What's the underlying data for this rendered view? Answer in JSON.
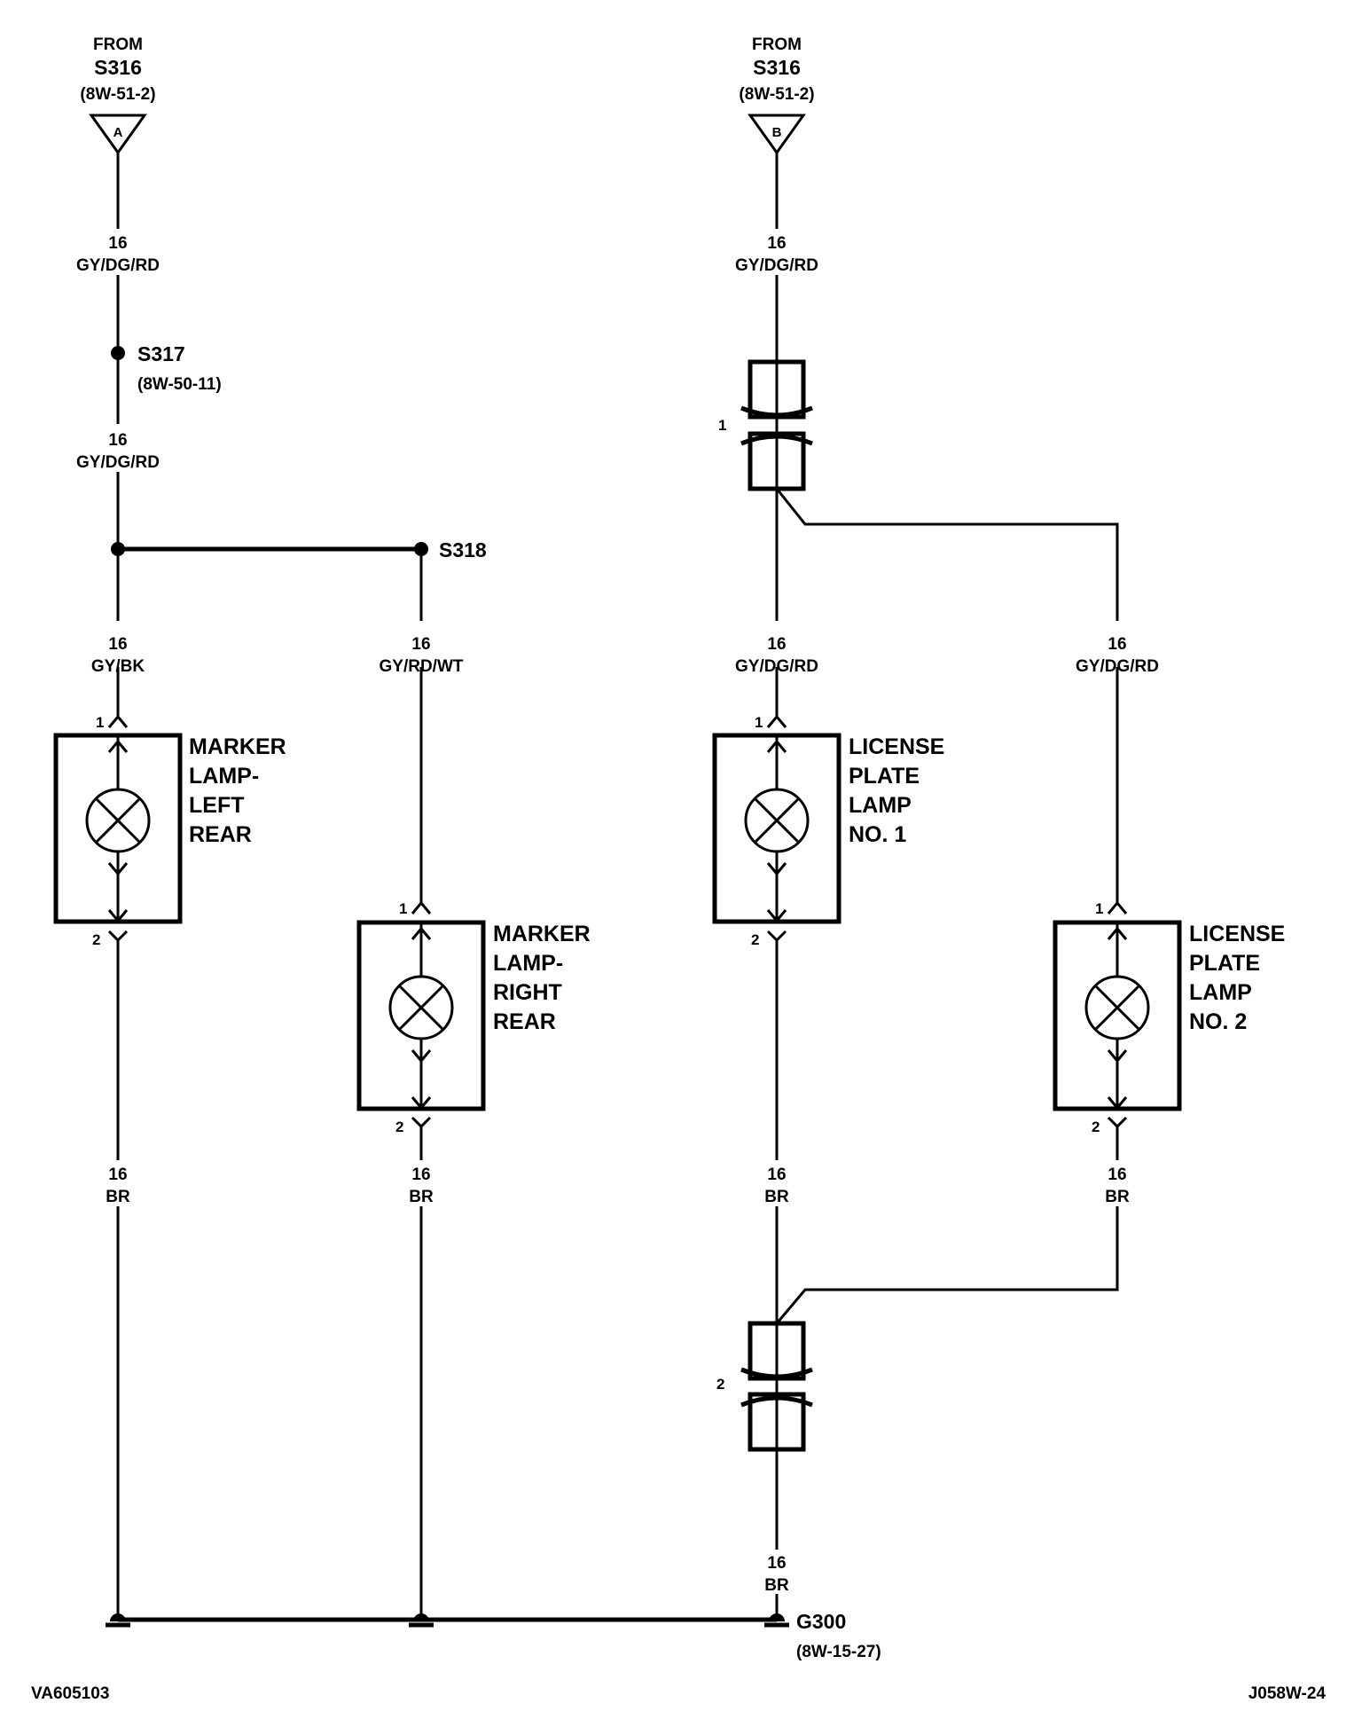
{
  "source_a": {
    "from": "FROM",
    "splice": "S316",
    "ref": "(8W-51-2)",
    "letter": "A"
  },
  "source_b": {
    "from": "FROM",
    "splice": "S316",
    "ref": "(8W-51-2)",
    "letter": "B"
  },
  "splice_s317": {
    "name": "S317",
    "ref": "(8W-50-11)"
  },
  "splice_s318": {
    "name": "S318"
  },
  "ground": {
    "name": "G300",
    "ref": "(8W-15-27)"
  },
  "wires": {
    "a_top": {
      "gauge": "16",
      "color": "GY/DG/RD"
    },
    "a_mid": {
      "gauge": "16",
      "color": "GY/DG/RD"
    },
    "left_lamp": {
      "gauge": "16",
      "color": "GY/BK"
    },
    "right_lamp": {
      "gauge": "16",
      "color": "GY/RD/WT"
    },
    "b_top": {
      "gauge": "16",
      "color": "GY/DG/RD"
    },
    "lic1": {
      "gauge": "16",
      "color": "GY/DG/RD"
    },
    "lic2": {
      "gauge": "16",
      "color": "GY/DG/RD"
    },
    "left_gnd": {
      "gauge": "16",
      "color": "BR"
    },
    "right_gnd": {
      "gauge": "16",
      "color": "BR"
    },
    "lic1_gnd": {
      "gauge": "16",
      "color": "BR"
    },
    "lic2_gnd": {
      "gauge": "16",
      "color": "BR"
    },
    "bottom_gnd": {
      "gauge": "16",
      "color": "BR"
    }
  },
  "connectors": {
    "c1": "1",
    "c2": "2"
  },
  "lamps": {
    "left": {
      "lines": [
        "MARKER",
        "LAMP-",
        "LEFT",
        "REAR"
      ],
      "pin_in": "1",
      "pin_out": "2"
    },
    "right": {
      "lines": [
        "MARKER",
        "LAMP-",
        "RIGHT",
        "REAR"
      ],
      "pin_in": "1",
      "pin_out": "2"
    },
    "lic1": {
      "lines": [
        "LICENSE",
        "PLATE",
        "LAMP",
        "NO. 1"
      ],
      "pin_in": "1",
      "pin_out": "2"
    },
    "lic2": {
      "lines": [
        "LICENSE",
        "PLATE",
        "LAMP",
        "NO. 2"
      ],
      "pin_in": "1",
      "pin_out": "2"
    }
  },
  "footer": {
    "left": "VA605103",
    "right": "J058W-24"
  }
}
